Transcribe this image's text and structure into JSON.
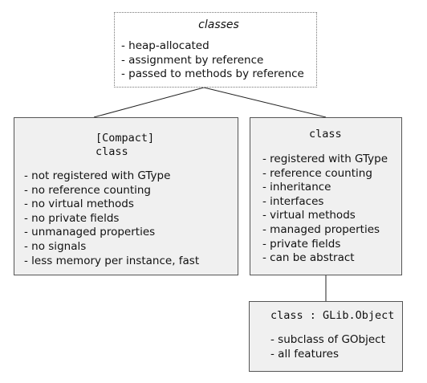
{
  "root": {
    "title": "classes",
    "items": [
      "heap-allocated",
      "assignment by reference",
      "passed to methods by reference"
    ]
  },
  "compact": {
    "title_line1": "[Compact]",
    "title_line2": "class",
    "items": [
      "not registered with GType",
      "no reference counting",
      "no virtual methods",
      "no private fields",
      "unmanaged properties",
      "no signals",
      "less memory per instance, fast"
    ]
  },
  "class_box": {
    "title": "class",
    "items": [
      "registered with GType",
      "reference counting",
      "inheritance",
      "interfaces",
      "virtual methods",
      "managed properties",
      "private fields",
      "can be abstract"
    ]
  },
  "gobject": {
    "title": "class : GLib.Object",
    "items": [
      "subclass of GObject",
      "all features"
    ]
  }
}
